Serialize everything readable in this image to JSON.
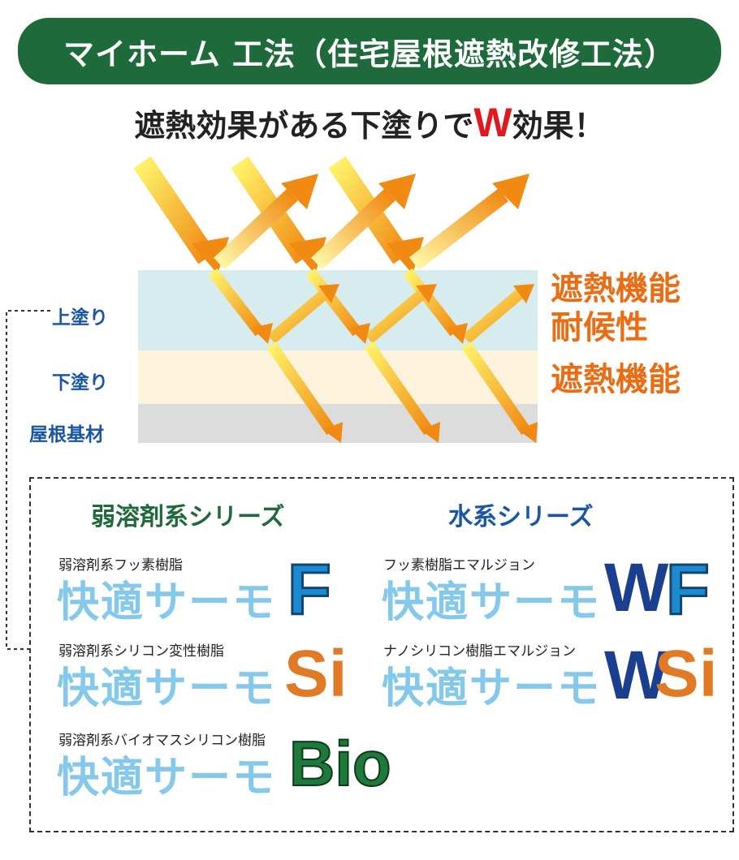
{
  "title": "マイホーム 工法（住宅屋根遮熱改修工法）",
  "subtitle": {
    "pre": "遮熱効果がある下塗りで",
    "highlight": "W",
    "post": "効果！"
  },
  "layers": {
    "top": "上塗り",
    "mid": "下塗り",
    "bottom": "屋根基材"
  },
  "functions": {
    "top_line1": "遮熱機能",
    "top_line2": "耐候性",
    "mid": "遮熱機能"
  },
  "series": {
    "solvent": {
      "heading": "弱溶剤系シリーズ",
      "products": [
        {
          "caption": "弱溶剤系フッ素樹脂",
          "name": "快適サーモ",
          "badge": "F"
        },
        {
          "caption": "弱溶剤系シリコン変性樹脂",
          "name": "快適サーモ",
          "badge": "Si"
        },
        {
          "caption": "弱溶剤系バイオマスシリコン樹脂",
          "name": "快適サーモ",
          "badge": "Bio"
        }
      ]
    },
    "water": {
      "heading": "水系シリーズ",
      "products": [
        {
          "caption": "フッ素樹脂エマルジョン",
          "name": "快適サーモ",
          "badge_a": "W",
          "badge_b": "F"
        },
        {
          "caption": "ナノシリコン樹脂エマルジョン",
          "name": "快適サーモ",
          "badge_a": "W",
          "badge_b": "Si"
        }
      ]
    }
  },
  "colors": {
    "title_bg": "#1e6a3a",
    "accent_red": "#e0191e",
    "orange": "#ea6d14",
    "label_blue": "#1a56a6",
    "product_blue": "#84c8eb"
  }
}
